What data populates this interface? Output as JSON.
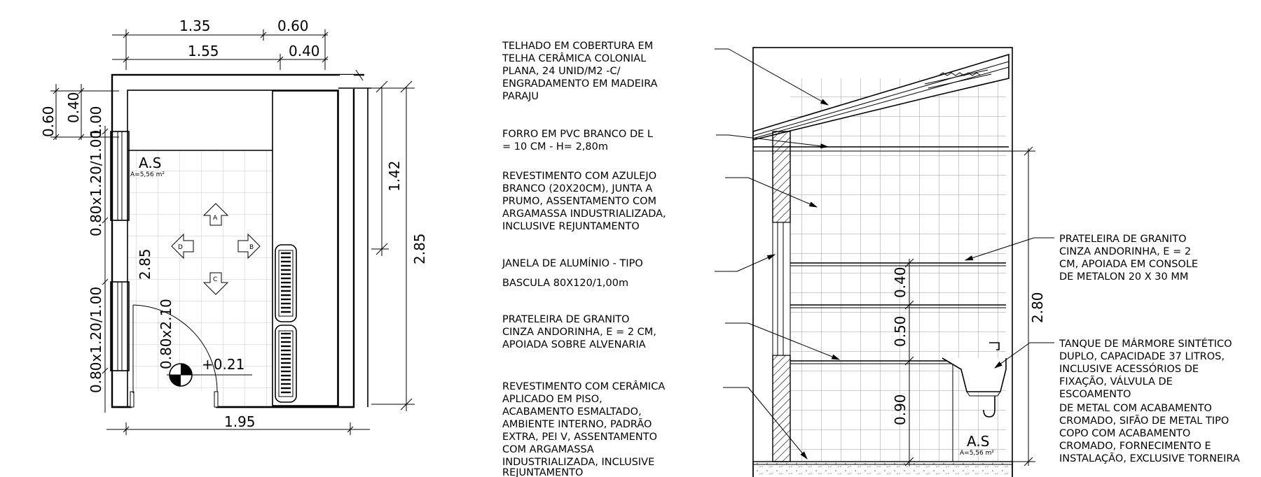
{
  "plan": {
    "dims_top": [
      "1.35",
      "0.60"
    ],
    "dims_top2": [
      "1.55",
      "0.40"
    ],
    "dims_left": [
      "0.60",
      "0.40",
      "1.00",
      "0.80x1.20/1.00",
      "0.80x1.20/1.00",
      "0.80x2.10"
    ],
    "dim_height_inner": "2.85",
    "dim_right_inner": "1.42",
    "dim_right_outer": "2.85",
    "dim_bottom": "1.95",
    "level": "+0.21",
    "room_name": "A.S",
    "room_area": "A=5,56 m²",
    "markers": [
      "A",
      "B",
      "C",
      "D"
    ]
  },
  "section": {
    "room_name": "A.S",
    "room_area": "A=5,56 m²",
    "dims": [
      "0.40",
      "0.50",
      "0.90",
      "2.80"
    ]
  },
  "notes_left": [
    [
      "TELHADO EM COBERTURA EM",
      "TELHA CERÂMICA COLONIAL",
      "PLANA, 24 UNID/M2 -C/",
      "ENGRADAMENTO EM MADEIRA",
      "PARAJU"
    ],
    [
      "FORRO EM PVC BRANCO DE L",
      "= 10 CM - H= 2,80m"
    ],
    [
      "REVESTIMENTO COM AZULEJO",
      "BRANCO (20X20CM), JUNTA A",
      "PRUMO, ASSENTAMENTO COM",
      "ARGAMASSA INDUSTRIALIZADA,",
      "INCLUSIVE REJUNTAMENTO"
    ],
    [
      "JANELA DE ALUMÍNIO - TIPO",
      "BASCULA 80X120/1,00m"
    ],
    [
      "PRATELEIRA DE GRANITO",
      "CINZA ANDORINHA, E = 2 CM,",
      "APOIADA SOBRE ALVENARIA"
    ],
    [
      "REVESTIMENTO COM CERÂMICA",
      "APLICADO EM PISO,",
      "ACABAMENTO ESMALTADO,",
      "AMBIENTE INTERNO, PADRÃO",
      "EXTRA, PEI V, ASSENTAMENTO",
      "COM ARGAMASSA",
      "INDUSTRIALIZADA, INCLUSIVE",
      "REJUNTAMENTO"
    ]
  ],
  "notes_right": [
    [
      "PRATELEIRA DE GRANITO",
      "CINZA ANDORINHA, E = 2",
      "CM, APOIADA EM CONSOLE",
      "DE METALON 20 X 30 MM"
    ],
    [
      "TANQUE DE MÁRMORE SINTÉTICO",
      "DUPLO, CAPACIDADE 37 LITROS,",
      "INCLUSIVE ACESSÓRIOS DE",
      "FIXAÇÃO, VÁLVULA DE",
      "ESCOAMENTO",
      "DE METAL COM ACABAMENTO",
      "CROMADO, SIFÃO DE METAL TIPO",
      "COPO COM ACABAMENTO",
      "CROMADO, FORNECIMENTO E",
      "INSTALAÇÃO, EXCLUSIVE TORNEIRA"
    ]
  ]
}
